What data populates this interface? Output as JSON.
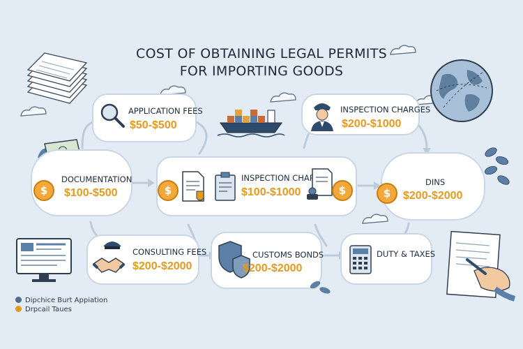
{
  "title": {
    "line1": "COST OF OBTAINING LEGAL PERMITS",
    "line2": "FOR IMPORTING GOODS"
  },
  "nodes": {
    "application_fees": {
      "label": "APPLICATION FEES",
      "amount": "$50-$500"
    },
    "inspection_top": {
      "label": "INSPECTION CHARGES",
      "amount": "$200-$1000"
    },
    "documentation": {
      "label": "DOCUMENTATION",
      "amount": "$100-$500"
    },
    "inspection_middle": {
      "label": "INSPECTION CHARGES",
      "amount": "$100-$1000"
    },
    "dins": {
      "label": "DINS",
      "amount": "$200-$2000"
    },
    "consulting_fees": {
      "label": "CONSULTING FEES",
      "amount": "$200-$2000"
    },
    "customs_bonds": {
      "label": "CUSTOMS BONDS",
      "amount": "$200-$2000"
    },
    "duty_taxes": {
      "label": "DUTY & TAXES"
    }
  },
  "legend": [
    {
      "label": "Dipchice Burt Appiation",
      "color": "#4d6e8c"
    },
    {
      "label": "Drpcail Taues",
      "color": "#e39a1e"
    }
  ],
  "colors": {
    "background": "#e3ecf4",
    "accent": "#e39a1e",
    "card_border": "#c9d6e3",
    "icon_blue": "#5b7fa6"
  }
}
